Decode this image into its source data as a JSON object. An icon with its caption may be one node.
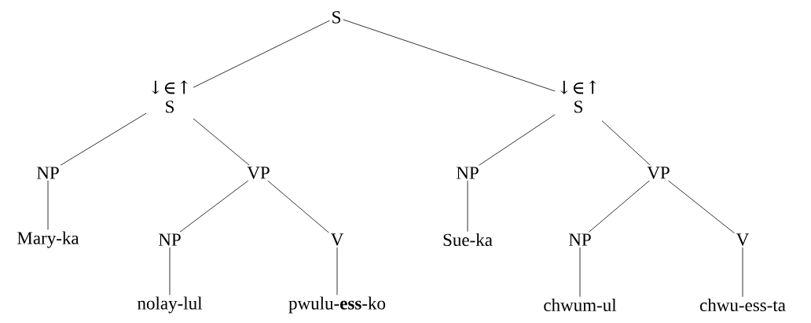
{
  "diagram": {
    "nodes": [
      {
        "text": [
          "S"
        ]
      },
      {
        "text": [
          "↓∈↑",
          "S"
        ]
      },
      {
        "text": [
          "NP"
        ]
      },
      {
        "text": [
          "VP"
        ]
      },
      {
        "text": [
          "Mary-ka"
        ]
      },
      {
        "text": [
          "NP"
        ]
      },
      {
        "text": [
          "V"
        ]
      },
      {
        "text": [
          "nolay-lul"
        ]
      },
      {
        "text": [
          "pwulu-**ess**-ko"
        ]
      },
      {
        "text": [
          "↓∈↑",
          "S"
        ]
      },
      {
        "text": [
          "NP"
        ]
      },
      {
        "text": [
          "VP"
        ]
      },
      {
        "text": [
          "Sue-ka"
        ]
      },
      {
        "text": [
          "NP"
        ]
      },
      {
        "text": [
          "V"
        ]
      },
      {
        "text": [
          "chwum-ul"
        ]
      },
      {
        "text": [
          "chwu-ess-ta"
        ]
      }
    ],
    "edges": [
      {
        "from": 0,
        "to": 1,
        "arrow": "none"
      },
      {
        "from": 0,
        "to": 9,
        "arrow": "none"
      },
      {
        "from": 1,
        "to": 2,
        "arrow": "none"
      },
      {
        "from": 1,
        "to": 3,
        "arrow": "none"
      },
      {
        "from": 2,
        "to": 4,
        "arrow": "none"
      },
      {
        "from": 3,
        "to": 5,
        "arrow": "none"
      },
      {
        "from": 3,
        "to": 6,
        "arrow": "none"
      },
      {
        "from": 5,
        "to": 7,
        "arrow": "none"
      },
      {
        "from": 6,
        "to": 8,
        "arrow": "none"
      },
      {
        "from": 9,
        "to": 10,
        "arrow": "none"
      },
      {
        "from": 9,
        "to": 11,
        "arrow": "none"
      },
      {
        "from": 10,
        "to": 12,
        "arrow": "none"
      },
      {
        "from": 11,
        "to": 13,
        "arrow": "none"
      },
      {
        "from": 11,
        "to": 14,
        "arrow": "none"
      },
      {
        "from": 13,
        "to": 15,
        "arrow": "none"
      },
      {
        "from": 14,
        "to": 16,
        "arrow": "none"
      }
    ]
  }
}
